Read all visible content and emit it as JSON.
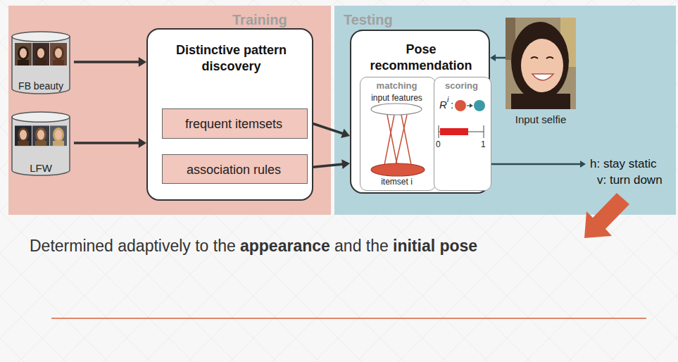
{
  "diagram": {
    "nodes": [
      {
        "text": [
          "Training"
        ]
      },
      {
        "text": [
          "FB beauty"
        ],
        "in": 0
      },
      {
        "text": [
          "LFW"
        ],
        "in": 0
      },
      {
        "text": [
          "Distinctive pattern discovery"
        ],
        "in": 0
      },
      {
        "text": [
          "frequent itemsets"
        ],
        "in": 3
      },
      {
        "text": [
          "association rules"
        ],
        "in": 3
      },
      {
        "text": [
          "Testing"
        ]
      },
      {
        "text": [
          "Pose recommendation"
        ],
        "in": 6
      },
      {
        "text": [
          "matching",
          "input features",
          "itemset i"
        ],
        "in": 7
      },
      {
        "text": [
          "scoring",
          "R",
          "i",
          ":",
          "0",
          "1"
        ],
        "in": 7
      },
      {
        "text": [
          "Input selfie"
        ],
        "in": 6
      },
      {
        "text": [
          "h: stay static",
          "v: turn down"
        ],
        "in": 6
      }
    ],
    "edges": [
      {
        "from": 1,
        "to": 3,
        "arrow": "to"
      },
      {
        "from": 2,
        "to": 3,
        "arrow": "to"
      },
      {
        "from": 4,
        "to": 7,
        "arrow": "to"
      },
      {
        "from": 5,
        "to": 7,
        "arrow": "to"
      },
      {
        "from": 10,
        "to": 7,
        "arrow": "to"
      },
      {
        "from": 7,
        "to": 11,
        "arrow": "to"
      }
    ],
    "labels": [
      "Determined adaptively to the",
      "appearance",
      "and the",
      "initial pose"
    ]
  }
}
